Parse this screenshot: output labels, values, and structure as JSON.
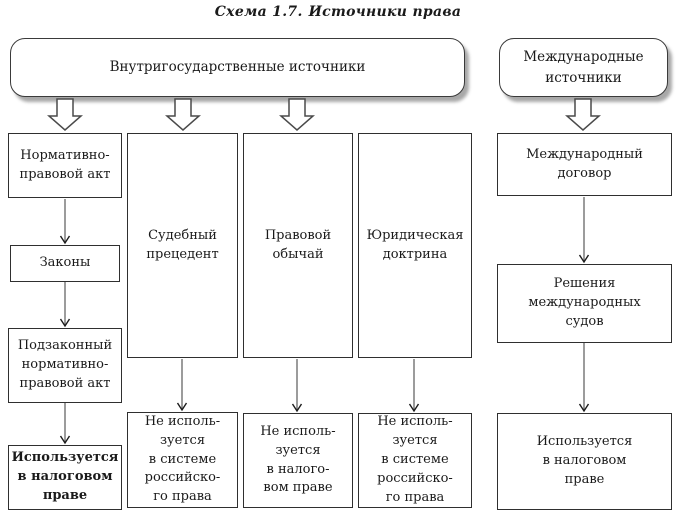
{
  "title": {
    "prefix": "Схема 1.7.",
    "main": "Источники права"
  },
  "domestic": {
    "header": "Внутригосударственные источники",
    "columns": [
      {
        "boxes": [
          "Нормативно-\nправовой акт",
          "Законы",
          "Подзаконный\nнормативно-\nправовой акт",
          "Используется\nв налоговом\nправе"
        ]
      },
      {
        "boxes": [
          "Судебный\nпрецедент",
          "Не исполь-\nзуется\nв системе\nроссийско-\nго права"
        ]
      },
      {
        "boxes": [
          "Правовой\nобычай",
          "Не исполь-\nзуется\nв налого-\nвом праве"
        ]
      },
      {
        "boxes": [
          "Юридическая\nдоктрина",
          "Не исполь-\nзуется\nв системе\nроссийско-\nго права"
        ]
      }
    ]
  },
  "international": {
    "header": "Международные\nисточники",
    "boxes": [
      "Международный\nдоговор",
      "Решения\nмеждународных\nсудов",
      "Используется\nв налоговом\nправе"
    ]
  },
  "colors": {
    "box_border": "#2f2f2f",
    "header_shadow": "#a8a8a8",
    "text": "#1a1a1a",
    "arrow_line": "#666666",
    "arrow_head": "#1c1c1c",
    "background": "#ffffff"
  }
}
